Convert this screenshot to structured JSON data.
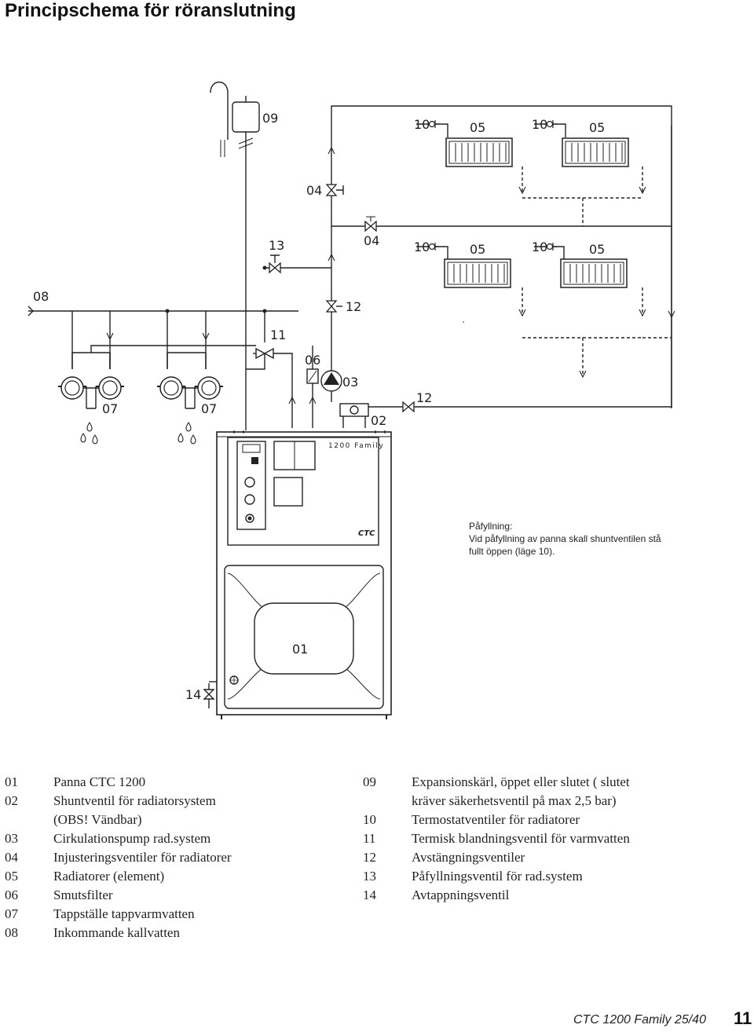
{
  "page": {
    "title": "Principschema för röranslutning",
    "footer_text": "CTC 1200 Family 25/40",
    "page_number": "11"
  },
  "diagram": {
    "component_labels": {
      "c01": "01",
      "c02": "02",
      "c03": "03",
      "c04": "04",
      "c05": "05",
      "c06": "06",
      "c07": "07",
      "c08": "08",
      "c09": "09",
      "c10": "10",
      "c11": "11",
      "c12": "12",
      "c13": "13",
      "c14": "14"
    },
    "boiler_name": "1200 Family",
    "brand": "CTC"
  },
  "note": {
    "heading": "Påfyllning:",
    "line1": "Vid påfyllning av panna skall shuntventilen stå",
    "line2": "fullt öppen (läge 10)."
  },
  "legend": {
    "left": [
      {
        "num": "01",
        "text": "Panna CTC 1200"
      },
      {
        "num": "02",
        "text": "Shuntventil för radiatorsystem"
      },
      {
        "num": "",
        "text": "(OBS! Vändbar)"
      },
      {
        "num": "03",
        "text": "Cirkulationspump rad.system"
      },
      {
        "num": "04",
        "text": "Injusteringsventiler för radiatorer"
      },
      {
        "num": "05",
        "text": "Radiatorer (element)"
      },
      {
        "num": "06",
        "text": "Smutsfilter"
      },
      {
        "num": "07",
        "text": "Tappställe tappvarmvatten"
      },
      {
        "num": "08",
        "text": "Inkommande kallvatten"
      }
    ],
    "right": [
      {
        "num": "09",
        "text": "Expansionskärl, öppet eller slutet ( slutet"
      },
      {
        "num": "",
        "text": "kräver säkerhetsventil på  max 2,5 bar)"
      },
      {
        "num": "10",
        "text": "Termostatventiler för radiatorer"
      },
      {
        "num": "11",
        "text": "Termisk blandningsventil för varmvatten"
      },
      {
        "num": "12",
        "text": "Avstängningsventiler"
      },
      {
        "num": "13",
        "text": "Påfyllningsventil för rad.system"
      },
      {
        "num": "14",
        "text": "Avtappningsventil"
      }
    ]
  }
}
